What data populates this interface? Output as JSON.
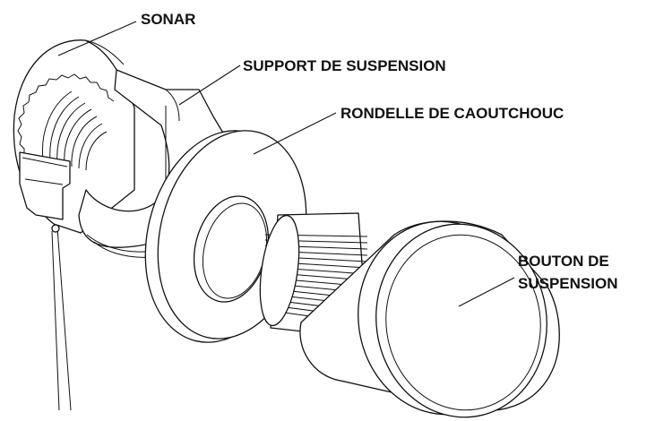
{
  "labels": {
    "sonar": "SONAR",
    "bracket": "SUPPORT DE SUSPENSION",
    "washer": "RONDELLE DE CAOUTCHOUC",
    "knob_line1": "BOUTON DE",
    "knob_line2": "SUSPENSION"
  },
  "colors": {
    "ink": "#111111",
    "background": "#ffffff"
  }
}
